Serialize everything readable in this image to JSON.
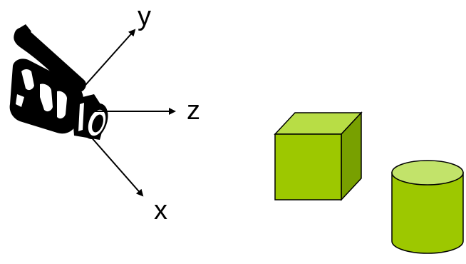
{
  "axes": {
    "y": "y",
    "z": "z",
    "x": "x"
  },
  "colors": {
    "cube_front": "#9dc800",
    "cube_top": "#b8dd45",
    "cube_side": "#78a000",
    "cylinder_body": "#9dc800",
    "cylinder_top": "#c2e36a",
    "outline": "#000000",
    "camera": "#000000"
  },
  "icons": {
    "camera": "video-camera-icon"
  }
}
